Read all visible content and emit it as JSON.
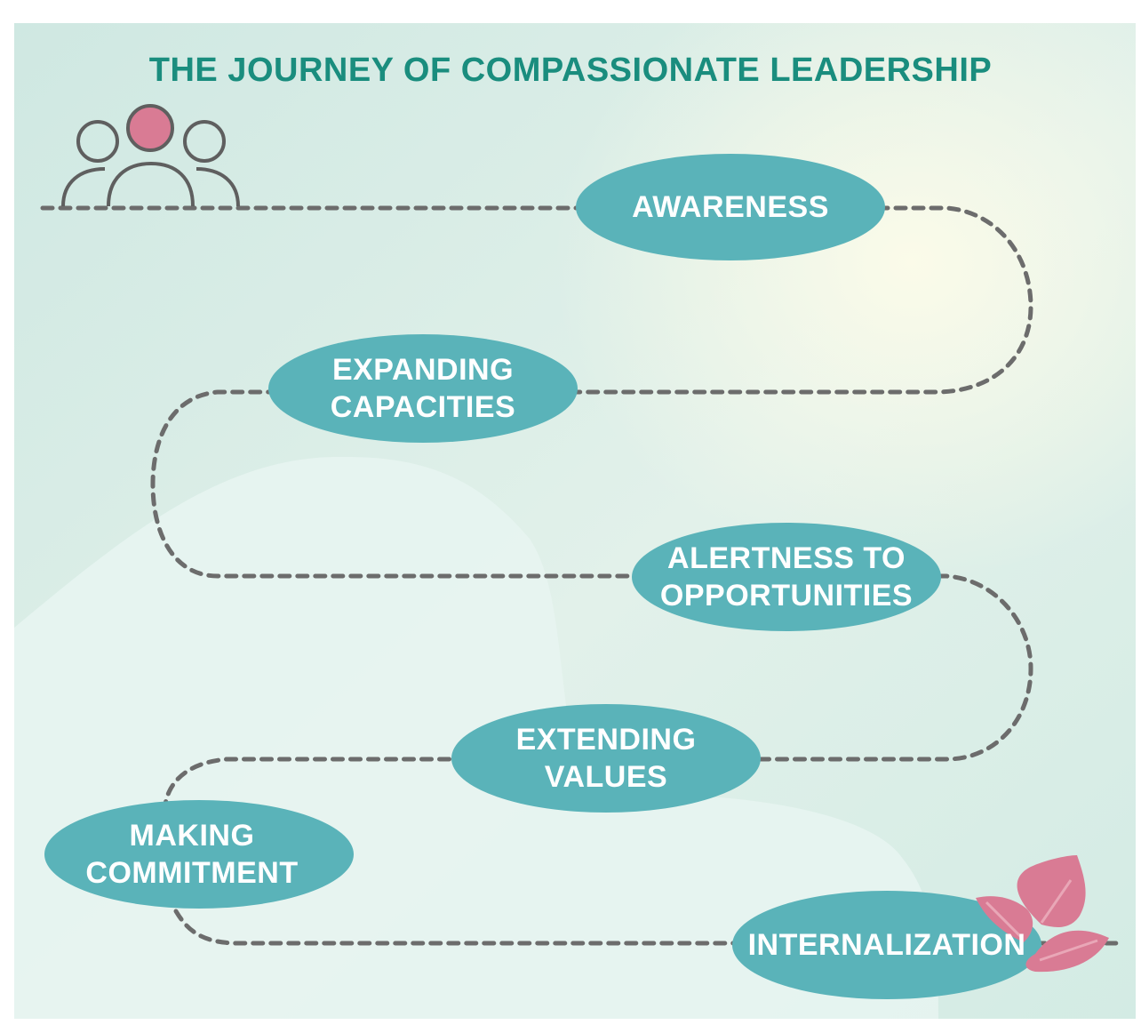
{
  "title": "THE JOURNEY OF COMPASSIONATE LEADERSHIP",
  "colors": {
    "title": "#1a8d7e",
    "node_fill": "#5ab3b9",
    "node_text": "#ffffff",
    "path": "#6c6c6c",
    "accent_pink": "#d97b94",
    "icon_outline": "#5f5f5f",
    "background": "#d6ece6"
  },
  "icons": {
    "start": "people-group-icon",
    "end": "leaves-icon"
  },
  "stages": [
    {
      "lines": [
        "AWARENESS"
      ]
    },
    {
      "lines": [
        "EXPANDING",
        "CAPACITIES"
      ]
    },
    {
      "lines": [
        "ALERTNESS TO",
        "OPPORTUNITIES"
      ]
    },
    {
      "lines": [
        "EXTENDING",
        "VALUES"
      ]
    },
    {
      "lines": [
        "MAKING",
        "COMMITMENT"
      ]
    },
    {
      "lines": [
        "INTERNALIZATION"
      ]
    }
  ]
}
